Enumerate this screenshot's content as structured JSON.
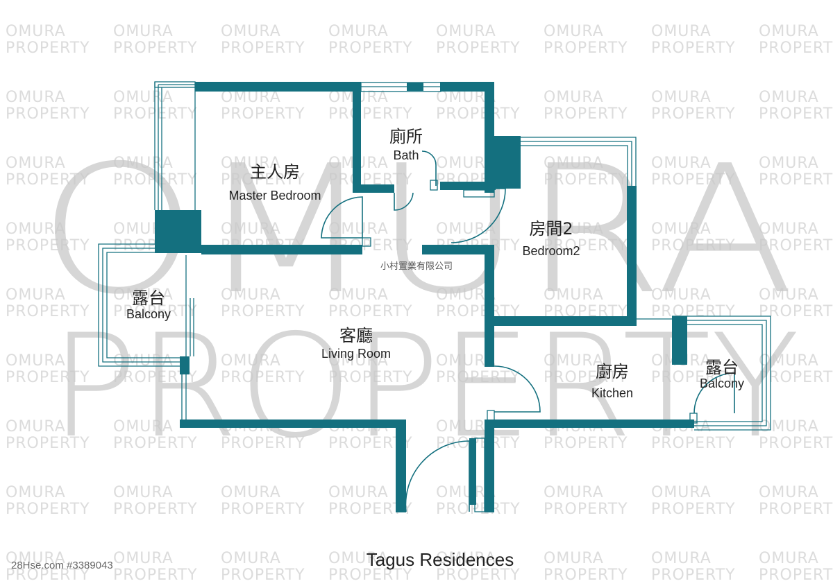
{
  "watermark": {
    "tile_line1": "OMURA",
    "tile_line2": "PROPERTY",
    "big_line1": "OMURA",
    "big_line2": "PROPERTY"
  },
  "rooms": {
    "master_bedroom": {
      "cn": "主人房",
      "en": "Master Bedroom"
    },
    "bath": {
      "cn": "廁所",
      "en": "Bath"
    },
    "bedroom2": {
      "cn": "房間2",
      "en": "Bedroom2"
    },
    "balcony_left": {
      "cn": "露台",
      "en": "Balcony"
    },
    "living_room": {
      "cn": "客廳",
      "en": "Living Room"
    },
    "kitchen": {
      "cn": "廚房",
      "en": "Kitchen"
    },
    "balcony_right": {
      "cn": "露台",
      "en": "Balcony"
    }
  },
  "company_name": "小村置業有限公司",
  "estate_title": "Tagus Residences",
  "listing_ref": "28Hse.com #3389043",
  "colors": {
    "wall": "#14707f",
    "watermark": "#c8c8c8"
  }
}
